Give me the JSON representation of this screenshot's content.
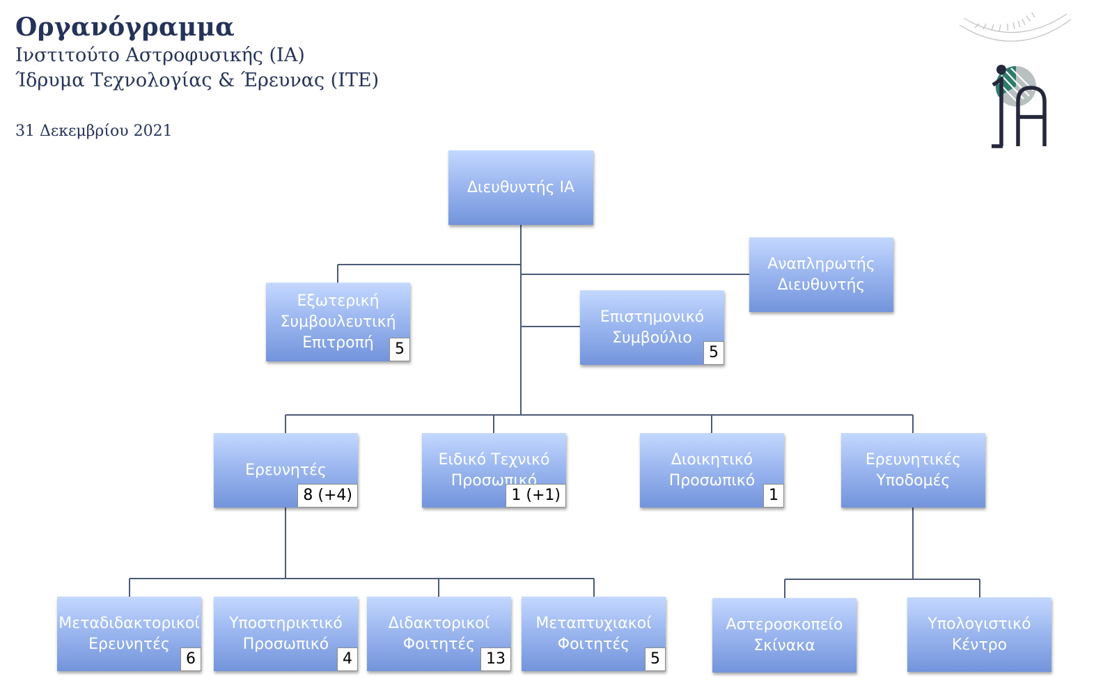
{
  "header": {
    "title": "Οργανόγραμμα",
    "subtitle_1": "Ινστιτούτο Αστροφυσικής (ΙΑ)",
    "subtitle_2": "Ίδρυμα Τεχνολογίας & Έρευνας (ΙΤΕ)",
    "date": "31 Δεκεμβρίου 2021"
  },
  "logo": {
    "icon": "ia-logo-icon",
    "letters": "1A"
  },
  "colors": {
    "header_text": "#253358",
    "node_light": "#c4d8ff",
    "node_dark": "#7394dc",
    "connector": "#4a5a78"
  },
  "nodes": {
    "director": {
      "lines": [
        "Διευθυντής ΙΑ"
      ]
    },
    "external_committee": {
      "lines": [
        "Εξωτερική",
        "Συμβουλευτική",
        "Επιτροπή"
      ],
      "badge": "5"
    },
    "scientific_council": {
      "lines": [
        "Επιστημονικό",
        "Συμβούλιο"
      ],
      "badge": "5"
    },
    "deputy_director": {
      "lines": [
        "Αναπληρωτής",
        "Διευθυντής"
      ]
    },
    "researchers": {
      "lines": [
        "Ερευνητές"
      ],
      "badge": "8 (+4)"
    },
    "special_technical_staff": {
      "lines": [
        "Ειδικό Τεχνικό",
        "Προσωπικό"
      ],
      "badge": "1 (+1)"
    },
    "administrative_staff": {
      "lines": [
        "Διοικητικό",
        "Προσωπικό"
      ],
      "badge": "1"
    },
    "research_infrastructures": {
      "lines": [
        "Ερευνητικές",
        "Υποδομές"
      ]
    },
    "postdocs": {
      "lines": [
        "Μεταδιδακτορικοί",
        "Ερευνητές"
      ],
      "badge": "6"
    },
    "support_staff": {
      "lines": [
        "Υποστηρικτικό",
        "Προσωπικό"
      ],
      "badge": "4"
    },
    "phd_students": {
      "lines": [
        "Διδακτορικοί",
        "Φοιτητές"
      ],
      "badge": "13"
    },
    "msc_students": {
      "lines": [
        "Μεταπτυχιακοί",
        "Φοιτητές"
      ],
      "badge": "5"
    },
    "skinakas_observatory": {
      "lines": [
        "Αστεροσκοπείο",
        "Σκίνακα"
      ]
    },
    "computing_center": {
      "lines": [
        "Υπολογιστικό",
        "Κέντρο"
      ]
    }
  }
}
